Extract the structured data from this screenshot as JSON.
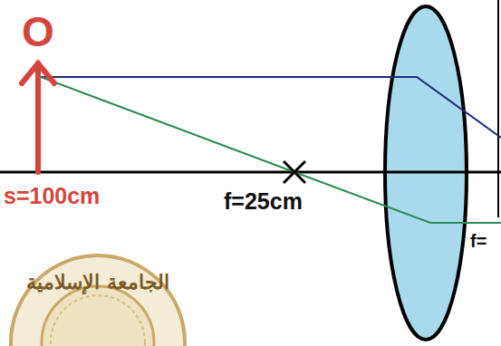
{
  "diagram": {
    "labels": [
      "O",
      "s=100cm",
      "f=25cm",
      "f=",
      "الجامعة الإسلامية"
    ]
  }
}
